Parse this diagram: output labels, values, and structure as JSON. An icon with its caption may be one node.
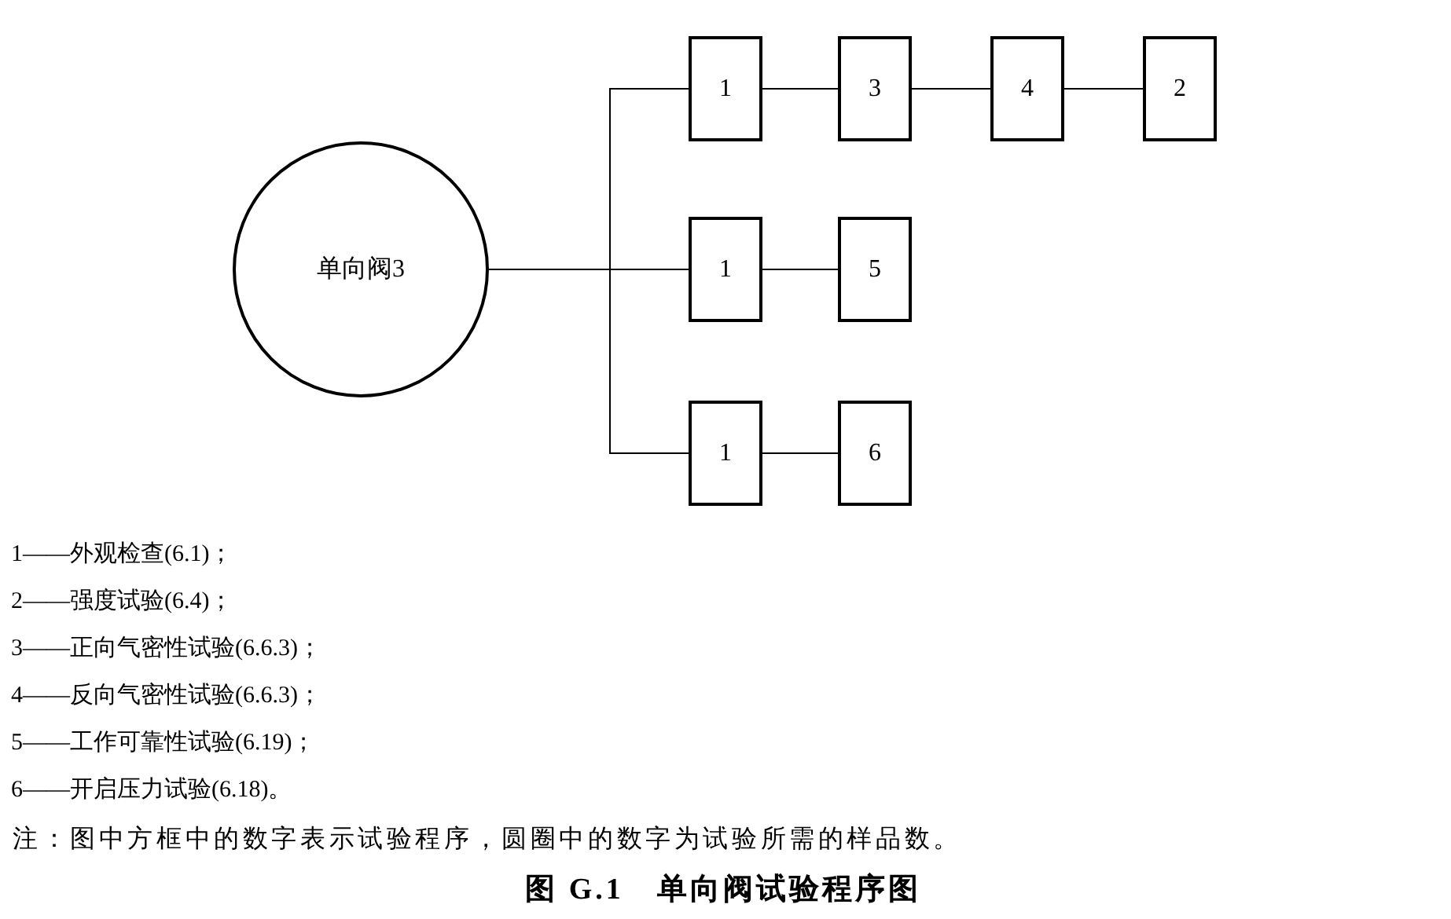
{
  "diagram": {
    "caption": "图 G.1　单向阀试验程序图",
    "nodes": [
      {
        "text": [
          "单向阀3"
        ]
      },
      {
        "text": [
          "1"
        ]
      },
      {
        "text": [
          "3"
        ]
      },
      {
        "text": [
          "4"
        ]
      },
      {
        "text": [
          "2"
        ]
      },
      {
        "text": [
          "1"
        ]
      },
      {
        "text": [
          "5"
        ]
      },
      {
        "text": [
          "1"
        ]
      },
      {
        "text": [
          "6"
        ]
      }
    ],
    "edges": [
      {
        "from": 0,
        "to": 1,
        "arrow": "none"
      },
      {
        "from": 0,
        "to": 5,
        "arrow": "none"
      },
      {
        "from": 0,
        "to": 7,
        "arrow": "none"
      },
      {
        "from": 1,
        "to": 2,
        "arrow": "none"
      },
      {
        "from": 2,
        "to": 3,
        "arrow": "none"
      },
      {
        "from": 3,
        "to": 4,
        "arrow": "none"
      },
      {
        "from": 5,
        "to": 6,
        "arrow": "none"
      },
      {
        "from": 7,
        "to": 8,
        "arrow": "none"
      }
    ],
    "labels": [
      "1——外观检查(6.1)；",
      "2——强度试验(6.4)；",
      "3——正向气密性试验(6.6.3)；",
      "4——反向气密性试验(6.6.3)；",
      "5——工作可靠性试验(6.19)；",
      "6——开启压力试验(6.18)。",
      "注：图中方框中的数字表示试验程序，圆圈中的数字为试验所需的样品数。"
    ]
  }
}
